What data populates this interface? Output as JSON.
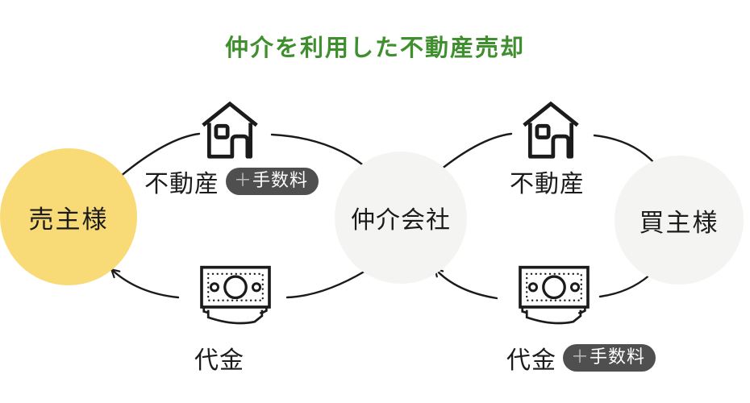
{
  "title": "仲介を利用した不動産売却",
  "colors": {
    "title_green": "#3f8f2f",
    "seller_circle_fill": "#f8da76",
    "neutral_circle_fill": "#f4f4f2",
    "badge_bg": "#4f4f4f",
    "badge_plus_color": "#b9b9b9",
    "badge_text_color": "#ffffff",
    "line_color": "#1b1b1b"
  },
  "nodes": {
    "seller": {
      "label": "売主様"
    },
    "broker": {
      "label": "仲介会社"
    },
    "buyer": {
      "label": "買主様"
    }
  },
  "flows": {
    "seller_to_broker": {
      "label": "不動産",
      "badge_plus": "＋",
      "badge_label": "手数料",
      "icon": "house-icon"
    },
    "broker_to_seller": {
      "label": "代金",
      "icon": "money-icon"
    },
    "broker_to_buyer": {
      "label": "不動産",
      "icon": "house-icon"
    },
    "buyer_to_broker": {
      "label": "代金",
      "badge_plus": "＋",
      "badge_label": "手数料",
      "icon": "money-icon"
    }
  }
}
